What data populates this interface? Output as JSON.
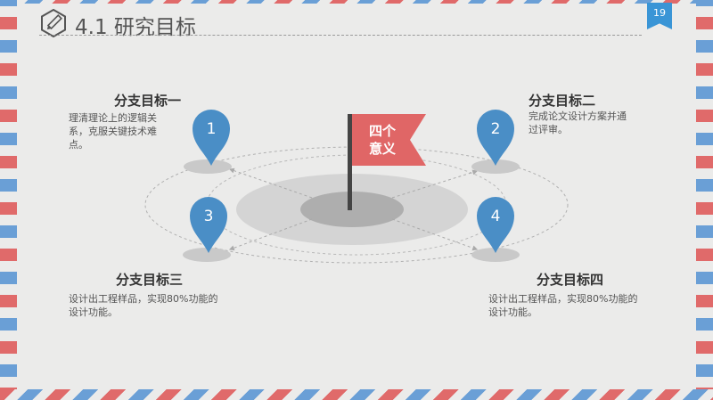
{
  "header": {
    "title": "4.1 研究目标",
    "page_number": "19",
    "icon": "pencil-icon"
  },
  "center_flag": {
    "line1": "四个",
    "line2": "意义",
    "color": "#e06666"
  },
  "pins": [
    "1",
    "2",
    "3",
    "4"
  ],
  "pin_color": "#4a8ec6",
  "goals": [
    {
      "title": "分支目标一",
      "desc": "理清理论上的逻辑关系，克服关键技术难点。"
    },
    {
      "title": "分支目标二",
      "desc": "完成论文设计方案并通过评审。"
    },
    {
      "title": "分支目标三",
      "desc": "设计出工程样品，实现80%功能的设计功能。"
    },
    {
      "title": "分支目标四",
      "desc": "设计出工程样品，实现80%功能的设计功能。"
    }
  ]
}
